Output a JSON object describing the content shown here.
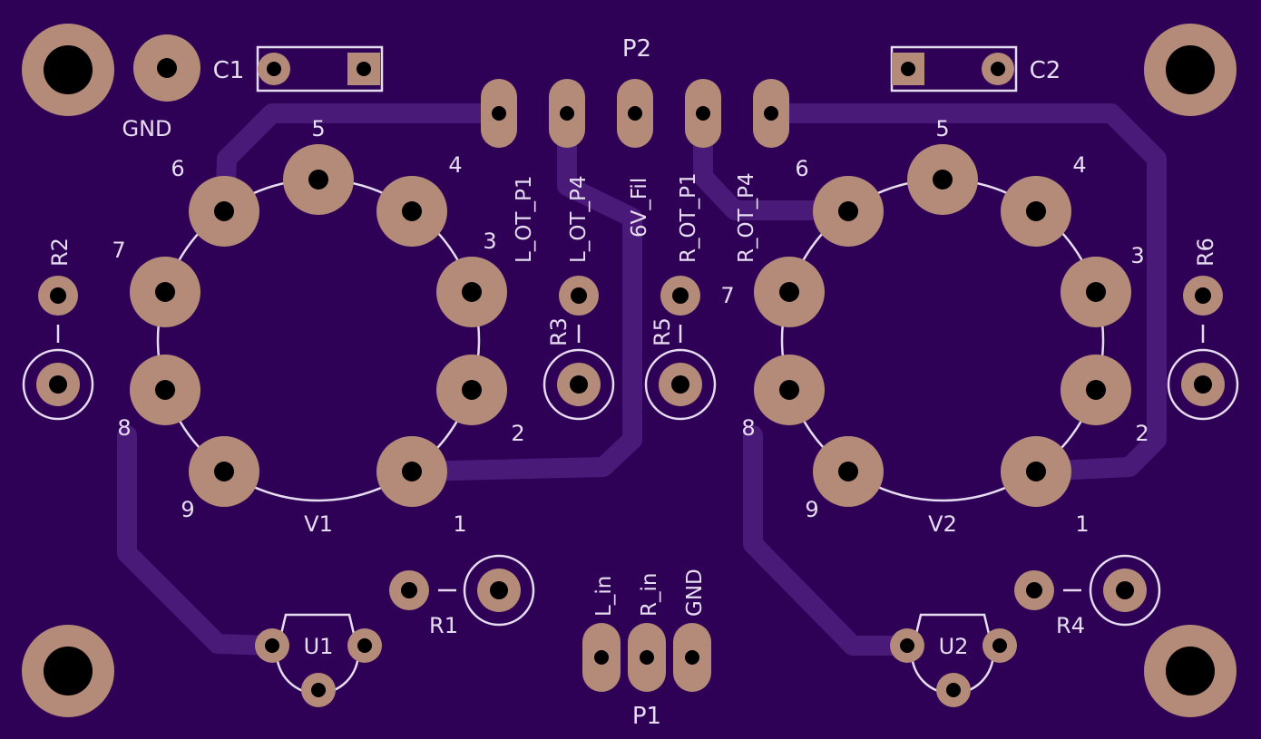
{
  "colors": {
    "board": "#2e0056",
    "trace": "#4a1a78",
    "pad": "#b48a78",
    "drill": "#000000",
    "silk": "#e6dcf0"
  },
  "labels": {
    "c1": "C1",
    "c2": "C2",
    "gnd_top": "GND",
    "p2": "P2",
    "p1": "P1",
    "r1": "R1",
    "r2": "R2",
    "r3": "R3",
    "r4": "R4",
    "r5": "R5",
    "r6": "R6",
    "u1": "U1",
    "u2": "U2",
    "v1": "V1",
    "v2": "V2",
    "p2_pins": [
      "L_OT_P1",
      "L_OT_P4",
      "6V_Fil",
      "R_OT_P1",
      "R_OT_P4"
    ],
    "p1_pins": [
      "L_in",
      "R_in",
      "GND"
    ],
    "pin_numbers": [
      "1",
      "2",
      "3",
      "4",
      "5",
      "6",
      "7",
      "8",
      "9"
    ],
    "r_dash": "–"
  }
}
